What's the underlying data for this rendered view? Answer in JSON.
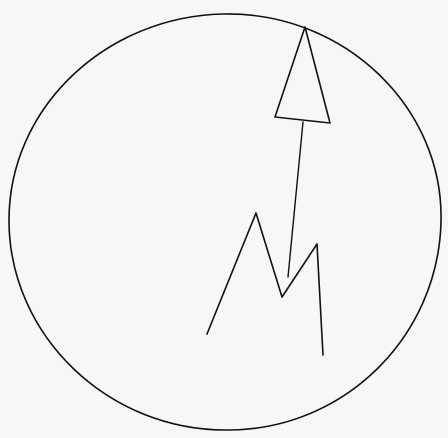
{
  "drawing": {
    "background_color": "#f7f7f5",
    "ink_color": "#111111",
    "elements": [
      "circle-outline",
      "triangle-arrowhead",
      "arrow-shaft",
      "zigzag-m-shape"
    ]
  }
}
